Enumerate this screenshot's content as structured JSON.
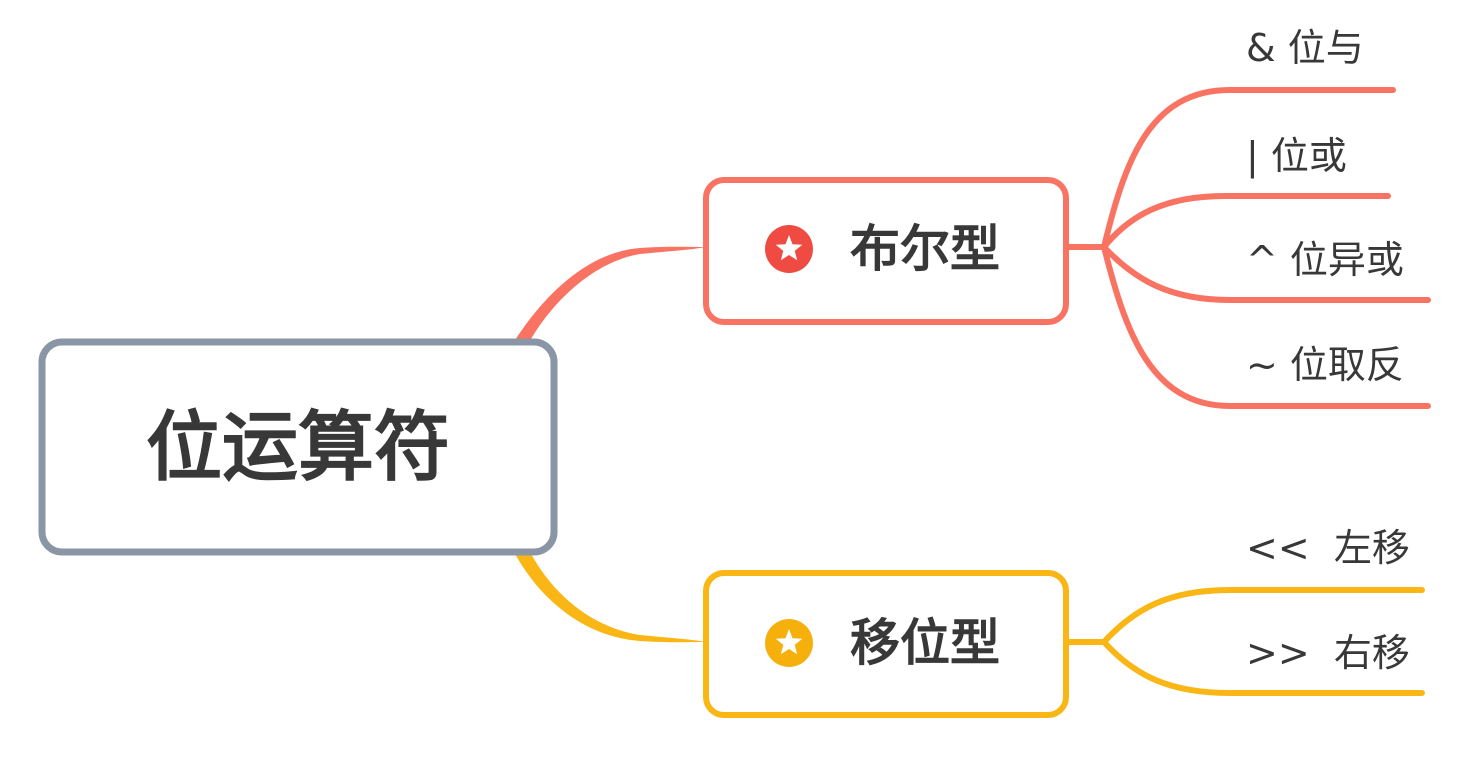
{
  "root": {
    "label": "位运算符"
  },
  "branches": [
    {
      "label": "布尔型",
      "icon": "star-icon",
      "color": "#F97362",
      "badge_color": "#EF4B43",
      "leaves": [
        "& 位与",
        "| 位或",
        "^ 位异或",
        "~ 位取反"
      ]
    },
    {
      "label": "移位型",
      "icon": "star-icon",
      "color": "#F9B615",
      "badge_color": "#F5B00B",
      "leaves": [
        "<<  左移",
        ">>  右移"
      ]
    }
  ],
  "colors": {
    "root_border": "#8A96A6",
    "text": "#383838"
  }
}
